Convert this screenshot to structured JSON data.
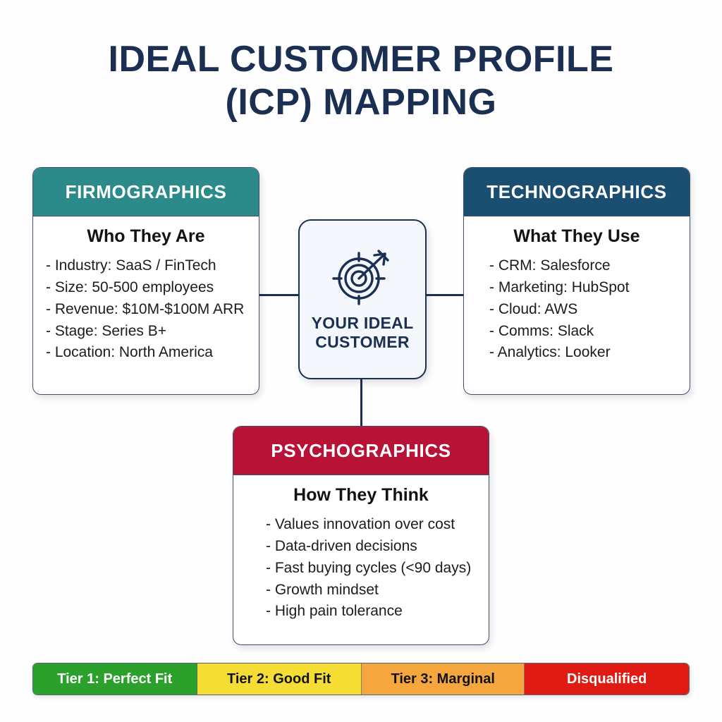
{
  "title": {
    "line1": "IDEAL CUSTOMER PROFILE",
    "line2": "(ICP) MAPPING"
  },
  "hub": {
    "icon": "target-arrow-icon",
    "label_line1": "YOUR IDEAL",
    "label_line2": "CUSTOMER",
    "bg_color": "#f4f7fb",
    "border_color": "#1b2f52"
  },
  "pillars": [
    {
      "id": "firmographics",
      "header": "FIRMOGRAPHICS",
      "header_color": "#2d8a8a",
      "subtitle": "Who They Are",
      "items": [
        "- Industry: SaaS / FinTech",
        "- Size: 50-500 employees",
        "- Revenue: $10M-$100M ARR",
        "- Stage: Series B+",
        "- Location: North America"
      ]
    },
    {
      "id": "technographics",
      "header": "TECHNOGRAPHICS",
      "header_color": "#1b4f72",
      "subtitle": "What They Use",
      "items": [
        "- CRM: Salesforce",
        "- Marketing: HubSpot",
        "- Cloud: AWS",
        "- Comms: Slack",
        "- Analytics: Looker"
      ]
    },
    {
      "id": "psychographics",
      "header": "PSYCHOGRAPHICS",
      "header_color": "#b81237",
      "subtitle": "How They Think",
      "items": [
        "- Values innovation over cost",
        "- Data-driven decisions",
        "- Fast buying cycles (<90 days)",
        "- Growth mindset",
        "- High pain tolerance"
      ]
    }
  ],
  "legend": {
    "segments": [
      {
        "label": "Tier 1: Perfect Fit",
        "bg": "#2ba02b",
        "text": "#ffffff",
        "width_pct": 25.0
      },
      {
        "label": "Tier 2: Good Fit",
        "bg": "#f5dd33",
        "text": "#111316",
        "width_pct": 25.1
      },
      {
        "label": "Tier 3: Marginal",
        "bg": "#f5a63c",
        "text": "#111316",
        "width_pct": 24.9
      },
      {
        "label": "Disqualified",
        "bg": "#e01b13",
        "text": "#ffffff",
        "width_pct": 25.0
      }
    ]
  },
  "connectors": {
    "color": "#1b2f52"
  }
}
